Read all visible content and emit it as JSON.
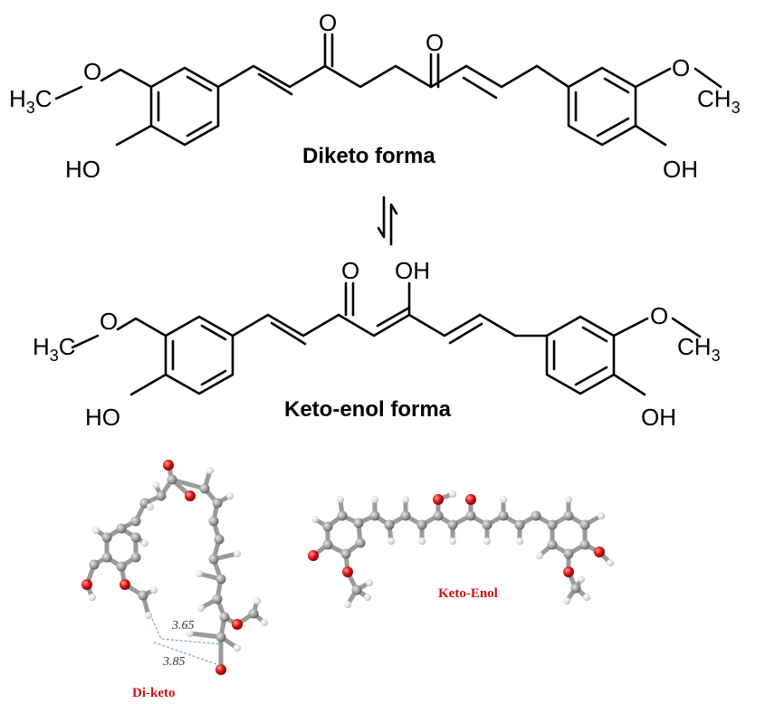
{
  "diketo": {
    "title": "Diketo forma",
    "left_methyl": {
      "main": "H",
      "sub": "3",
      "tail": "C"
    },
    "left_O": "O",
    "left_OH": "HO",
    "right_methyl_lead": "O",
    "right_methyl": {
      "head": "CH",
      "sub": "3"
    },
    "right_OH": "OH",
    "ketone_1": "O",
    "ketone_2": "O"
  },
  "keto_enol": {
    "title": "Keto-enol forma",
    "left_methyl": {
      "main": "H",
      "sub": "3",
      "tail": "C"
    },
    "left_O": "O",
    "left_OH": "HO",
    "right_methyl_lead": "O",
    "right_methyl": {
      "head": "CH",
      "sub": "3"
    },
    "right_OH": "OH",
    "ketone": "O",
    "enol": "OH"
  },
  "models_3d": {
    "diketo_label": "Di-keto",
    "keto_enol_label": "Keto-Enol",
    "distance_1": "3.65",
    "distance_2": "3.85",
    "colors": {
      "carbon": "#8c8c8c",
      "hydrogen": "#e6e6e6",
      "oxygen": "#d41010",
      "label": "#d01010"
    }
  },
  "equilibrium_icon": "equilibrium-arrows-icon"
}
